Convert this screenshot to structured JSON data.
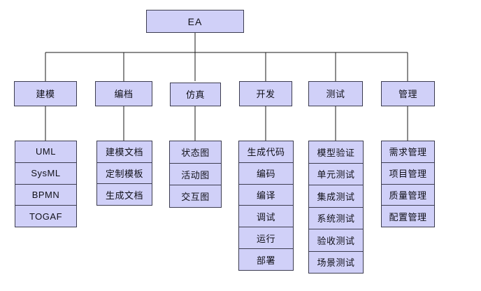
{
  "diagram": {
    "title": "EA",
    "colors": {
      "node_fill": "#d0d0f8",
      "node_border": "#3c3c50",
      "edge": "#1a1a1a",
      "background": "#ffffff",
      "text": "#101018"
    },
    "root": {
      "label": "EA"
    },
    "branches": [
      {
        "label": "建模",
        "leaves": [
          "UML",
          "SysML",
          "BPMN",
          "TOGAF"
        ]
      },
      {
        "label": "编档",
        "leaves": [
          "建模文档",
          "定制模板",
          "生成文档"
        ]
      },
      {
        "label": "仿真",
        "leaves": [
          "状态图",
          "活动图",
          "交互图"
        ]
      },
      {
        "label": "开发",
        "leaves": [
          "生成代码",
          "编码",
          "编译",
          "调试",
          "运行",
          "部署"
        ]
      },
      {
        "label": "测试",
        "leaves": [
          "模型验证",
          "单元测试",
          "集成测试",
          "系统测试",
          "验收测试",
          "场景测试"
        ]
      },
      {
        "label": "管理",
        "leaves": [
          "需求管理",
          "项目管理",
          "质量管理",
          "配置管理"
        ]
      }
    ]
  }
}
